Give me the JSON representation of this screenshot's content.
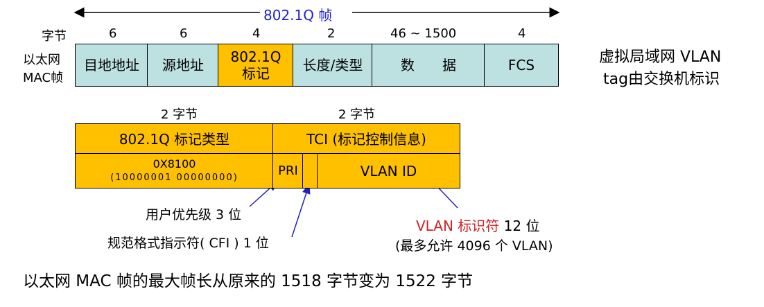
{
  "top_arrow_label": "802.1Q 帧",
  "row_labels": {
    "bytes": "字节",
    "frame_line1": "以太网",
    "frame_line2": "MAC帧"
  },
  "fields": [
    {
      "label": "目地地址",
      "bytes": "6"
    },
    {
      "label": "源地址",
      "bytes": "6"
    },
    {
      "label_line1": "802.1Q",
      "label_line2": "标记",
      "bytes": "4"
    },
    {
      "label": "长度/类型",
      "bytes": "2"
    },
    {
      "label": "数　　据",
      "bytes": "46 ~ 1500"
    },
    {
      "label": "FCS",
      "bytes": "4"
    }
  ],
  "side_note": {
    "line1": "虚拟局域网 VLAN",
    "line2": "tag由交换机标识"
  },
  "tag_detail": {
    "left_bytes": "2 字节",
    "right_bytes": "2 字节",
    "type_label": "802.1Q 标记类型",
    "tci_label": "TCI (标记控制信息)",
    "type_value": "0X8100",
    "type_binary": "(10000001 00000000)",
    "pri": "PRI",
    "vlan_id": "VLAN ID"
  },
  "annotations": {
    "pri_note": "用户优先级 3 位",
    "cfi_note": "规范格式指示符( CFI ) 1 位",
    "vlan_note_red": "VLAN 标识符",
    "vlan_note_rest": " 12 位",
    "vlan_note_line2": "(最多允许 4096 个 VLAN)"
  },
  "bottom_note": "以太网 MAC 帧的最大帧长从原来的 1518 字节变为 1522 字节",
  "colors": {
    "teal": "#bde0e0",
    "gold": "#ffc000",
    "blue_text": "#1f1fd0",
    "red_text": "#d02020",
    "arrow_blue": "#2020c0"
  }
}
